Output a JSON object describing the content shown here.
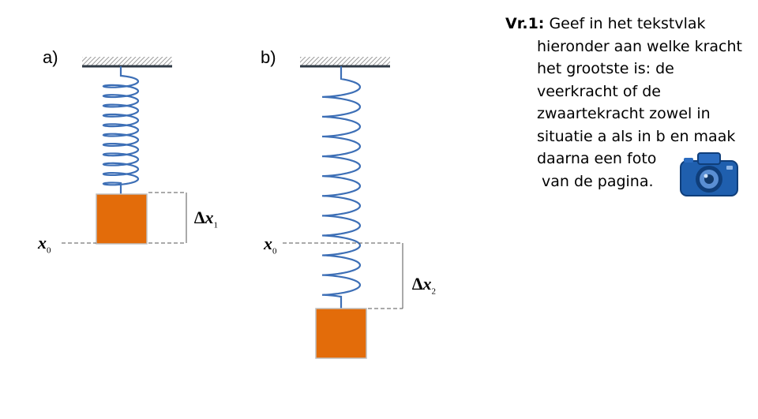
{
  "diagram": {
    "a": {
      "label": "a)",
      "x0_symbol": "x",
      "x0_subscript": "0",
      "delta_symbol": "∆x",
      "delta_subscript": "1"
    },
    "b": {
      "label": "b)",
      "x0_symbol": "x",
      "x0_subscript": "0",
      "delta_symbol": "∆x",
      "delta_subscript": "2"
    }
  },
  "question": {
    "prefix": "Vr.1:",
    "lines": [
      " Geef in het tekstvlak",
      "hieronder aan welke kracht",
      "het grootste is: de",
      "veerkracht of de",
      "zwaartekracht zowel in",
      "situatie a als in b en maak",
      "daarna een foto",
      "van de pagina."
    ]
  },
  "icons": {
    "camera": "camera-icon"
  },
  "colors": {
    "spring": "#3d6fb6",
    "mass": "#e36c0a",
    "mass_border": "#bfbfbf",
    "ceiling": "#2f3a45",
    "hatch": "#a6a6a6",
    "camera_body": "#1f5fae"
  }
}
